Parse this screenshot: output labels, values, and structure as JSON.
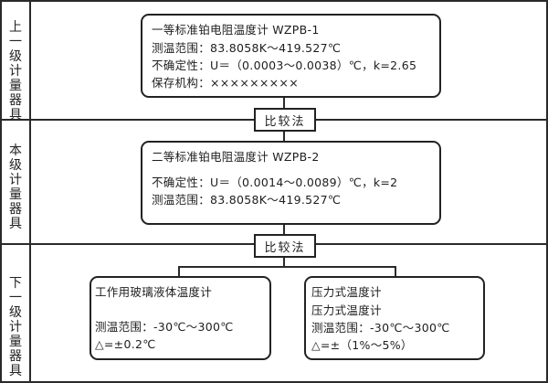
{
  "sections": [
    {
      "side_label": [
        "上",
        "一",
        "级",
        "计",
        "量",
        "器",
        "具"
      ],
      "node": {
        "title": "一等标准铂电阻温度计 WZPB-1",
        "lines": [
          "测温范围：83.8058K～419.527℃",
          "不确定性：U＝（0.0003～0.0038）℃，k=2.65",
          "保存机构：×××××××××"
        ]
      }
    },
    {
      "side_label": [
        "本",
        "级",
        "计",
        "量",
        "器",
        "具"
      ],
      "node": {
        "title": "二等标准铂电阻温度计 WZPB-2",
        "lines": [
          "不确定性：U＝（0.0014～0.0089）℃，k=2",
          "测温范围：83.8058K～419.527℃"
        ]
      }
    },
    {
      "side_label": [
        "下",
        "一",
        "级",
        "计",
        "量",
        "器",
        "具"
      ],
      "nodes": [
        {
          "title": "工作用玻璃液体温度计",
          "lines": [
            "测温范围：-30℃～300℃",
            "△=±0.2℃"
          ]
        },
        {
          "title": "压力式温度计",
          "subtitle": "压力式温度计",
          "lines": [
            "测温范围：-30℃～300℃",
            "△=±（1%～5%）"
          ]
        }
      ]
    }
  ],
  "comparisons": [
    {
      "label": "比较法"
    },
    {
      "label": "比较法"
    }
  ],
  "colors": {
    "line": "#2a2a2a",
    "background": "#ffffff",
    "text": "#1e1e1e"
  }
}
